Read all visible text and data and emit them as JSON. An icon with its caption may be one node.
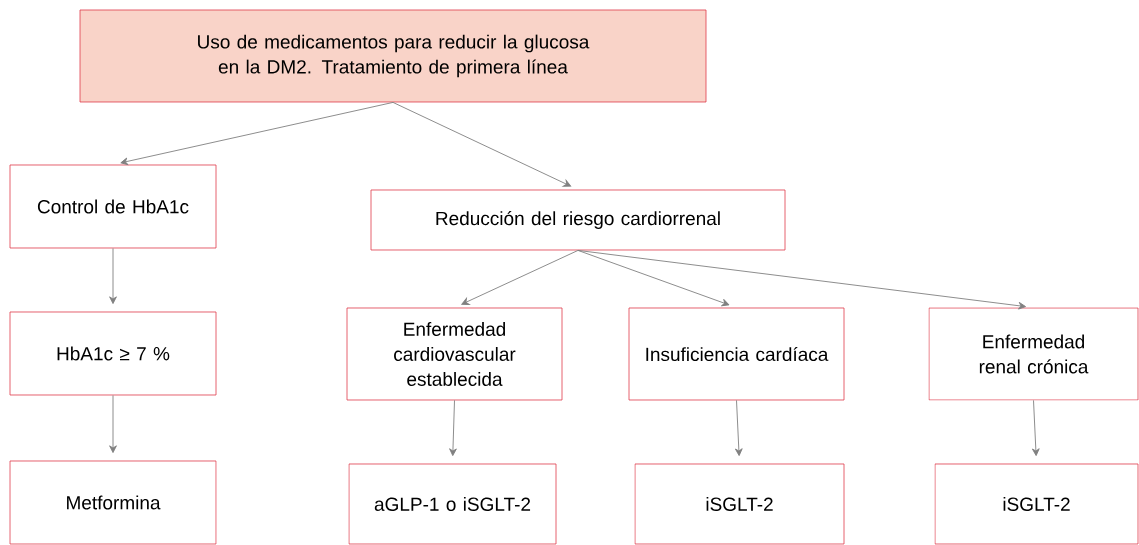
{
  "diagram": {
    "nodes": [
      {
        "text": [
          "Uso de medicamentos para reducir la glucosa en la DM2. Tratamiento de primera línea"
        ]
      },
      {
        "text": [
          "Control de HbA1c"
        ]
      },
      {
        "text": [
          "Reducción del riesgo cardiorrenal"
        ]
      },
      {
        "text": [
          "HbA1c ≥ 7 %"
        ]
      },
      {
        "text": [
          "Enfermedad cardiovascular establecida"
        ]
      },
      {
        "text": [
          "Insuficiencia cardíaca"
        ]
      },
      {
        "text": [
          "Enfermedad renal crónica"
        ]
      },
      {
        "text": [
          "Metformina"
        ]
      },
      {
        "text": [
          "aGLP-1 o iSGLT-2"
        ]
      },
      {
        "text": [
          "iSGLT-2"
        ]
      },
      {
        "text": [
          "iSGLT-2"
        ]
      }
    ],
    "edges": [
      {
        "from": 0,
        "to": 1,
        "arrow": "to"
      },
      {
        "from": 0,
        "to": 2,
        "arrow": "to"
      },
      {
        "from": 1,
        "to": 3,
        "arrow": "to"
      },
      {
        "from": 3,
        "to": 7,
        "arrow": "to"
      },
      {
        "from": 2,
        "to": 4,
        "arrow": "to"
      },
      {
        "from": 2,
        "to": 5,
        "arrow": "to"
      },
      {
        "from": 2,
        "to": 6,
        "arrow": "to"
      },
      {
        "from": 4,
        "to": 8,
        "arrow": "to"
      },
      {
        "from": 5,
        "to": 9,
        "arrow": "to"
      },
      {
        "from": 6,
        "to": 10,
        "arrow": "to"
      }
    ]
  }
}
